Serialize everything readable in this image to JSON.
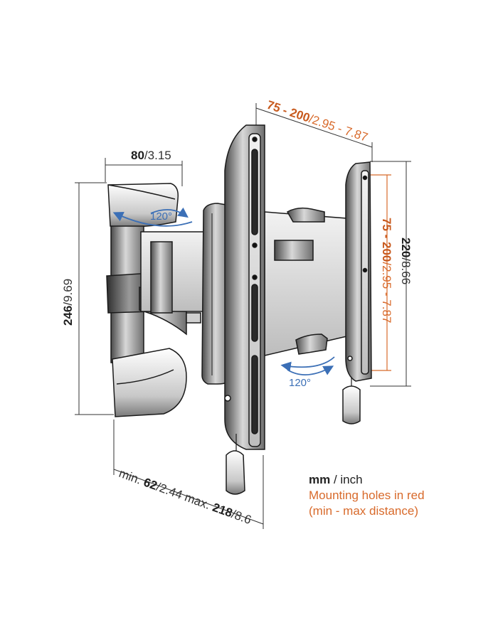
{
  "dimensions": {
    "top_width_bold": "80",
    "top_width_rest": "/3.15",
    "total_height_bold": "246",
    "total_height_rest": "/9.69",
    "depth_prefix": "min. ",
    "depth_min_bold": "62",
    "depth_min_rest": "/2.44 max. ",
    "depth_max_bold": "218",
    "depth_max_rest": "/8.6",
    "hole_horizontal_bold": "75 - 200",
    "hole_horizontal_rest": "/2.95 - 7.87",
    "hole_vertical_bold": "75 - 200",
    "hole_vertical_rest": "/2.95 - 7.87",
    "plate_height_bold": "220",
    "plate_height_rest": "/8.66"
  },
  "angles": {
    "swivel_top": "120°",
    "swivel_bottom": "120°"
  },
  "legend": {
    "unit_bold": "mm",
    "unit_rest": " / inch",
    "line2": "Mounting holes in red",
    "line3": "(min - max distance)"
  },
  "colors": {
    "hole_dimensions": "#d86a2b",
    "rotation_arrows": "#3b6fb6",
    "outline": "#1a1a1a"
  }
}
